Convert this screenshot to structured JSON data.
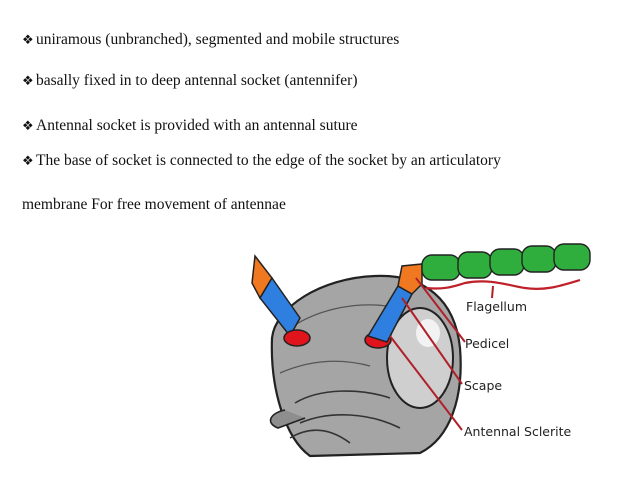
{
  "slide": {
    "bullets": [
      {
        "icon": "diamond-bullet-icon",
        "text": "uniramous (unbranched), segmented and mobile structures"
      },
      {
        "icon": "diamond-bullet-icon",
        "text": "basally fixed in to deep antennal socket (antennifer)"
      },
      {
        "icon": "diamond-bullet-icon",
        "text": "Antennal socket is provided with an antennal suture"
      },
      {
        "icon": "diamond-bullet-icon",
        "text": "The base of socket is connected to the edge of the socket by an articulatory"
      }
    ],
    "continuation": "membrane  For free movement of antennae"
  },
  "diagram": {
    "labels": {
      "flagellum": "Flagellum",
      "pedicel": "Pedicel",
      "scape": "Scape",
      "sclerite": "Antennal Sclerite"
    },
    "colors": {
      "flagellum": "#2fae3e",
      "pedicel": "#f07820",
      "scape": "#2f7fe0",
      "sclerite": "#e0141c",
      "head": "#9a9a9a",
      "pointer": "#b0202a"
    }
  }
}
